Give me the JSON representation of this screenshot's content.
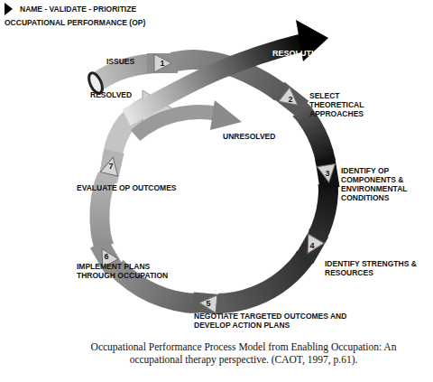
{
  "diagram": {
    "caption": "Occupational Performance Process Model from Enabling Occupation: An occupational therapy perspective. (CAOT, 1997, p.61).",
    "nodes": [
      {
        "text": [
          "1"
        ]
      },
      {
        "text": [
          "2",
          "SELECT THEORETICAL APPROACHES"
        ]
      },
      {
        "text": [
          "3",
          "IDENTIFY OP COMPONENTS & ENVIRONMENTAL CONDITIONS"
        ]
      },
      {
        "text": [
          "4",
          "IDENTIFY STRENGTHS & RESOURCES"
        ]
      },
      {
        "text": [
          "5",
          "NEGOTIATE TARGETED OUTCOMES AND DEVELOP ACTION PLANS"
        ]
      },
      {
        "text": [
          "6",
          "IMPLEMENT PLANS THROUGH OCCUPATION"
        ]
      },
      {
        "text": [
          "7",
          "EVALUATE OP OUTCOMES"
        ]
      }
    ],
    "edges": [
      {
        "from": 0,
        "to": 1,
        "arrow": "none"
      },
      {
        "from": 1,
        "to": 2,
        "arrow": "none"
      },
      {
        "from": 2,
        "to": 3,
        "arrow": "none"
      },
      {
        "from": 3,
        "to": 4,
        "arrow": "none"
      },
      {
        "from": 4,
        "to": 5,
        "arrow": "none"
      },
      {
        "from": 5,
        "to": 6,
        "arrow": "none"
      }
    ],
    "labels": [
      "NAME - VALIDATE - PRIORITIZE",
      "OCCUPATIONAL PERFORMANCE (OP)",
      "ISSUES",
      "RESOLUTION",
      "RESOLVED",
      "UNRESOLVED"
    ]
  }
}
